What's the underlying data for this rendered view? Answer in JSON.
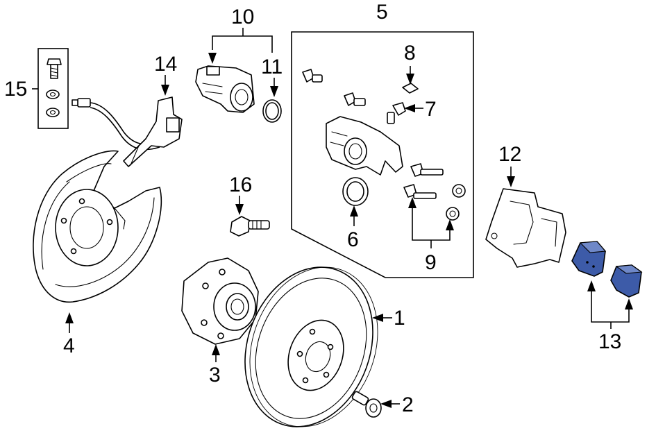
{
  "callouts": {
    "c1": "1",
    "c2": "2",
    "c3": "3",
    "c4": "4",
    "c5": "5",
    "c6": "6",
    "c7": "7",
    "c8": "8",
    "c9": "9",
    "c10": "10",
    "c11": "11",
    "c12": "12",
    "c13": "13",
    "c14": "14",
    "c15": "15",
    "c16": "16"
  },
  "colors": {
    "line": "#000000",
    "highlight_pads": "#3d5ba8",
    "background": "#ffffff"
  },
  "parts": [
    {
      "id": 1,
      "name": "brake-rotor"
    },
    {
      "id": 2,
      "name": "rotor-screw"
    },
    {
      "id": 3,
      "name": "hub-and-bearing"
    },
    {
      "id": 4,
      "name": "splash-shield"
    },
    {
      "id": 5,
      "name": "caliper-assembly-group"
    },
    {
      "id": 6,
      "name": "piston-seal"
    },
    {
      "id": 7,
      "name": "bleeder-screw"
    },
    {
      "id": 8,
      "name": "bleeder-cap"
    },
    {
      "id": 9,
      "name": "guide-pins-and-boots"
    },
    {
      "id": 10,
      "name": "parking-brake-actuator"
    },
    {
      "id": 11,
      "name": "actuator-o-ring"
    },
    {
      "id": 12,
      "name": "caliper-support"
    },
    {
      "id": 13,
      "name": "brake-pads-highlighted"
    },
    {
      "id": 14,
      "name": "abs-wheel-speed-sensor"
    },
    {
      "id": 15,
      "name": "hardware-kit"
    },
    {
      "id": 16,
      "name": "caliper-bolt"
    }
  ]
}
